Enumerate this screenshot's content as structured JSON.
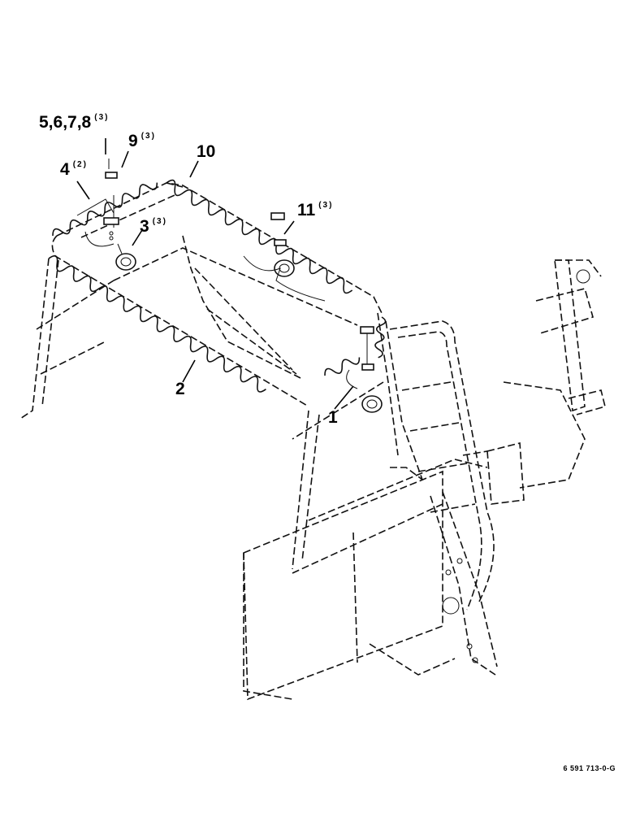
{
  "figure": {
    "part_number": "6 591 713-0-G"
  },
  "callouts": [
    {
      "id": "c5678",
      "label": "5,6,7,8",
      "qty": "(3)"
    },
    {
      "id": "c9",
      "label": "9",
      "qty": "(3)"
    },
    {
      "id": "c10",
      "label": "10",
      "qty": ""
    },
    {
      "id": "c4",
      "label": "4",
      "qty": "(2)"
    },
    {
      "id": "c3",
      "label": "3",
      "qty": "(3)"
    },
    {
      "id": "c11",
      "label": "11",
      "qty": "(3)"
    },
    {
      "id": "c2",
      "label": "2",
      "qty": ""
    },
    {
      "id": "c1",
      "label": "1",
      "qty": ""
    }
  ],
  "colors": {
    "line": "#111111",
    "background": "#ffffff"
  }
}
